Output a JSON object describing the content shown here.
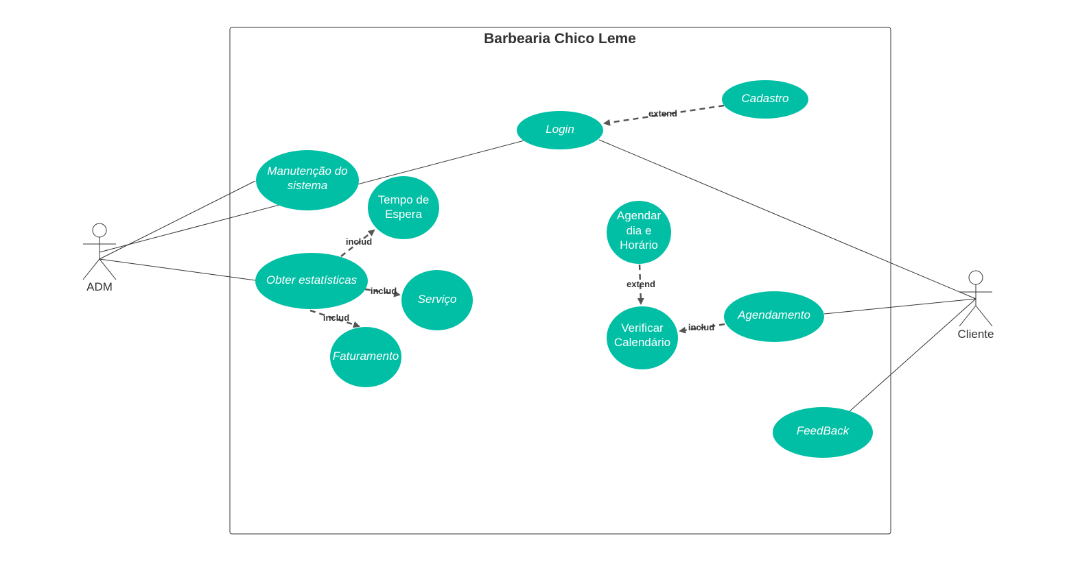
{
  "system": {
    "title": "Barbearia Chico Leme"
  },
  "colors": {
    "usecase_fill": "#00bfa5",
    "line": "#333333",
    "dashed": "#555555",
    "text_on_usecase": "#ffffff"
  },
  "actors": {
    "adm": {
      "label": "ADM"
    },
    "cliente": {
      "label": "Cliente"
    }
  },
  "use_cases": {
    "login": {
      "lines": [
        "Login"
      ]
    },
    "cadastro": {
      "lines": [
        "Cadastro"
      ]
    },
    "manutencao": {
      "lines": [
        "Manutenção do",
        "sistema"
      ]
    },
    "tempo_espera": {
      "lines": [
        "Tempo de",
        "Espera"
      ]
    },
    "obter_estatisticas": {
      "lines": [
        "Obter estatísticas"
      ]
    },
    "servico": {
      "lines": [
        "Serviço"
      ]
    },
    "faturamento": {
      "lines": [
        "Faturamento"
      ]
    },
    "agendar_dia": {
      "lines": [
        "Agendar",
        "dia e",
        "Horário"
      ]
    },
    "verificar_calendario": {
      "lines": [
        "Verificar",
        "Calendário"
      ]
    },
    "agendamento": {
      "lines": [
        "Agendamento"
      ]
    },
    "feedback": {
      "lines": [
        "FeedBack"
      ]
    }
  },
  "relations": {
    "login_cadastro": {
      "label": "extend"
    },
    "stats_tempo": {
      "label": "includ"
    },
    "stats_servico": {
      "label": "includ"
    },
    "stats_faturamento": {
      "label": "includ"
    },
    "agendar_verificar": {
      "label": "extend"
    },
    "agendamento_verificar": {
      "label": "includ"
    }
  }
}
